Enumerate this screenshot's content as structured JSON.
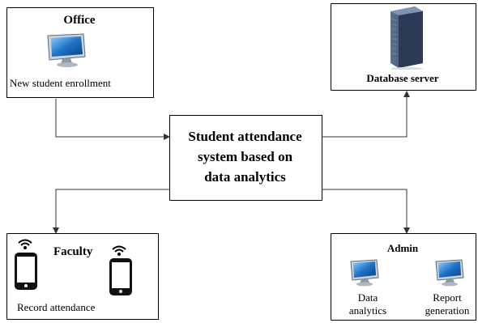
{
  "office": {
    "title": "Office",
    "caption": "New student enrollment"
  },
  "database": {
    "title": "Database server"
  },
  "center": {
    "line1": "Student attendance",
    "line2": "system based on",
    "line3": "data analytics"
  },
  "faculty": {
    "title": "Faculty",
    "caption": "Record attendance"
  },
  "admin": {
    "title": "Admin",
    "left_line1": "Data",
    "left_line2": "analytics",
    "right_line1": "Report",
    "right_line2": "generation"
  },
  "colors": {
    "monitor_screen": "#1f73c7",
    "monitor_frame": "#c9d3dc",
    "server_body": "#3d4f6d",
    "tablet_body": "#111111",
    "line": "#333333"
  },
  "icons": [
    "monitor-icon",
    "server-icon",
    "tablet-icon",
    "wifi-icon"
  ]
}
